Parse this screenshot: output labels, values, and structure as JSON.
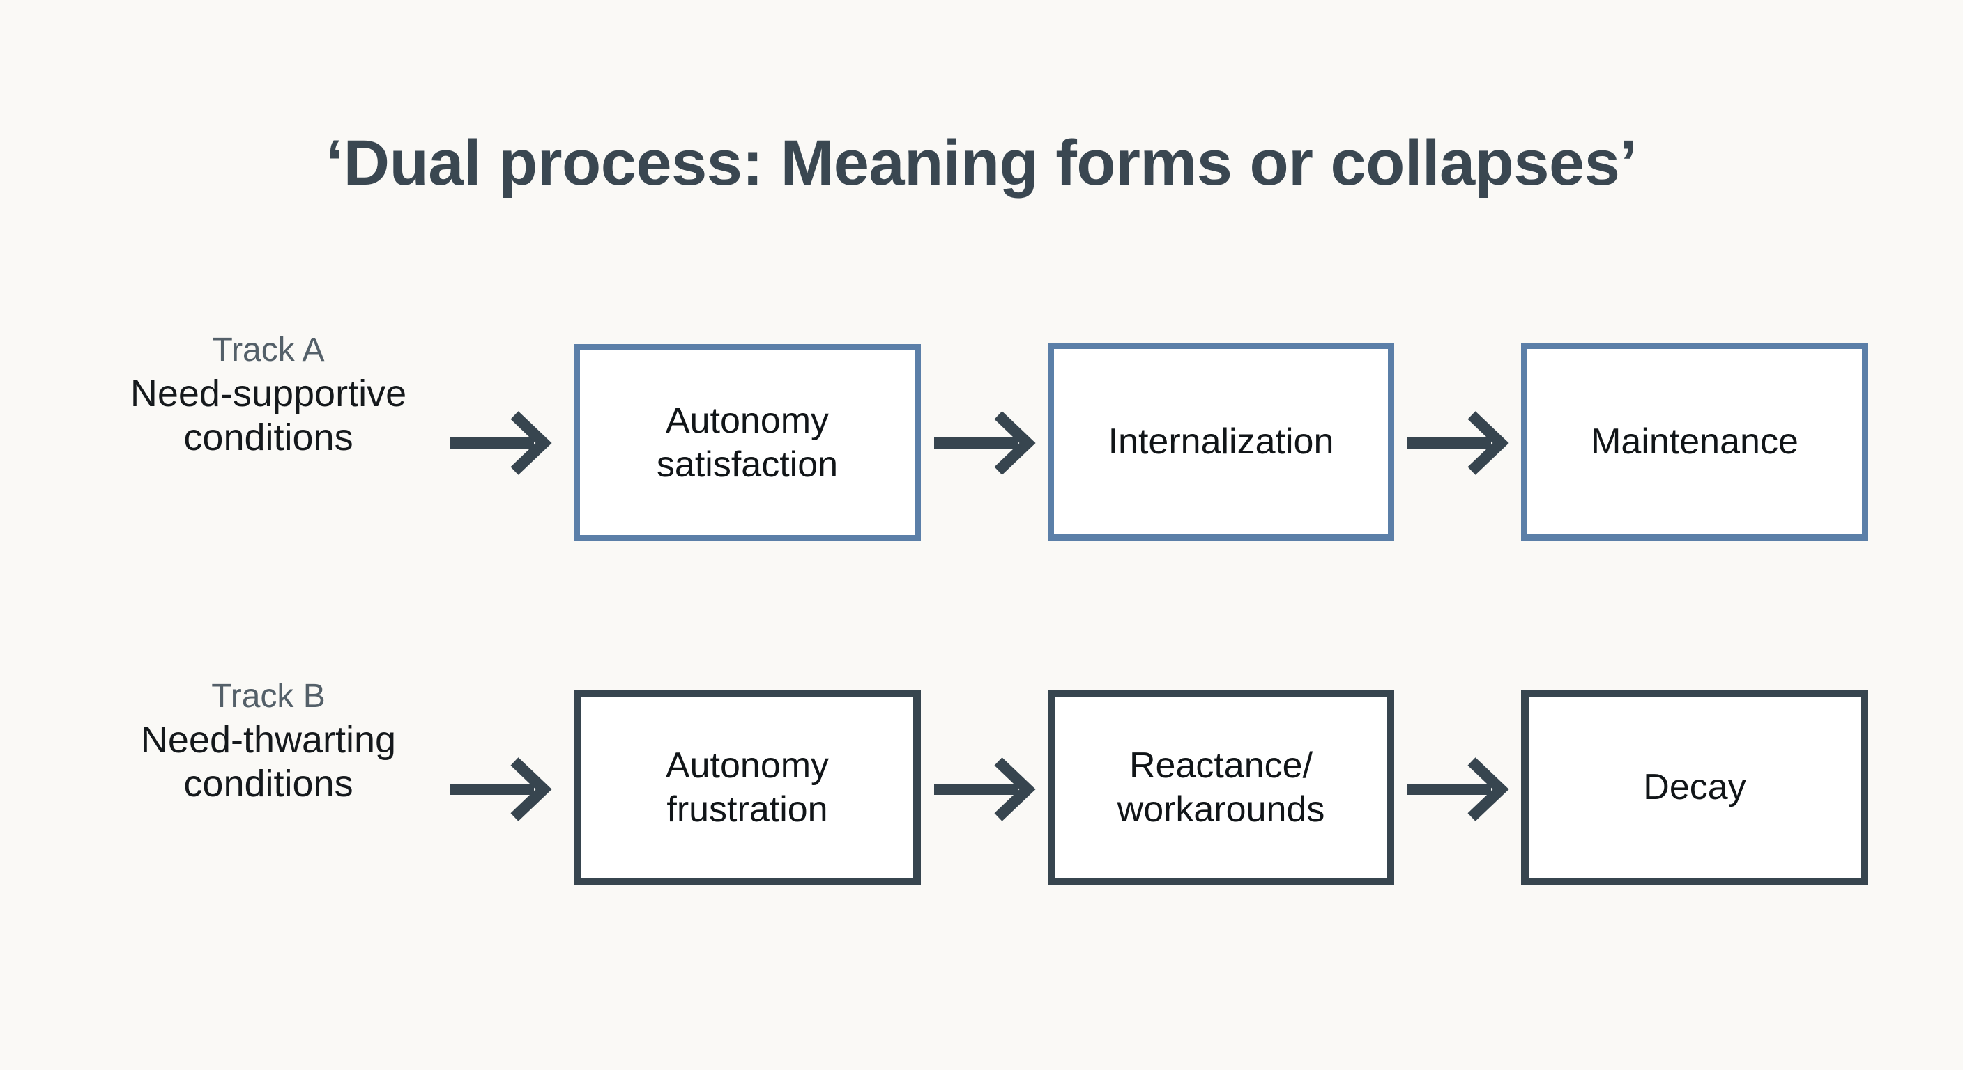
{
  "slide": {
    "background_color": "#faf9f6",
    "title": "‘Dual process: Meaning forms or collapses’"
  },
  "colors": {
    "title_text": "#3a4751",
    "track_name_text": "#546069",
    "condition_text": "#15191c",
    "node_text": "#111518",
    "track_a_border": "#5b7fa8",
    "track_b_border": "#37454f",
    "node_fill": "#ffffff",
    "arrow": "#37454f"
  },
  "tracks": [
    {
      "id": "track-a",
      "name": "Track A",
      "condition": "Need-supportive conditions",
      "condition_line1": "Need-supportive",
      "condition_line2": "conditions",
      "border_color": "#5b7fa8",
      "nodes": [
        {
          "id": "a1",
          "label": "Autonomy satisfaction",
          "line1": "Autonomy",
          "line2": "satisfaction"
        },
        {
          "id": "a2",
          "label": "Internalization",
          "line1": "Internalization",
          "line2": ""
        },
        {
          "id": "a3",
          "label": "Maintenance",
          "line1": "Maintenance",
          "line2": ""
        }
      ],
      "arrows": [
        {
          "id": "a-arrow-0",
          "from": "Need-supportive conditions",
          "to": "Autonomy satisfaction"
        },
        {
          "id": "a-arrow-1",
          "from": "Autonomy satisfaction",
          "to": "Internalization"
        },
        {
          "id": "a-arrow-2",
          "from": "Internalization",
          "to": "Maintenance"
        }
      ]
    },
    {
      "id": "track-b",
      "name": "Track B",
      "condition": "Need-thwarting conditions",
      "condition_line1": "Need-thwarting",
      "condition_line2": "conditions",
      "border_color": "#37454f",
      "nodes": [
        {
          "id": "b1",
          "label": "Autonomy frustration",
          "line1": "Autonomy",
          "line2": "frustration"
        },
        {
          "id": "b2",
          "label": "Reactance/ workarounds",
          "line1": "Reactance/",
          "line2": "workarounds"
        },
        {
          "id": "b3",
          "label": "Decay",
          "line1": "Decay",
          "line2": ""
        }
      ],
      "arrows": [
        {
          "id": "b-arrow-0",
          "from": "Need-thwarting conditions",
          "to": "Autonomy frustration"
        },
        {
          "id": "b-arrow-1",
          "from": "Autonomy frustration",
          "to": "Reactance/ workarounds"
        },
        {
          "id": "b-arrow-2",
          "from": "Reactance/ workarounds",
          "to": "Decay"
        }
      ]
    }
  ]
}
